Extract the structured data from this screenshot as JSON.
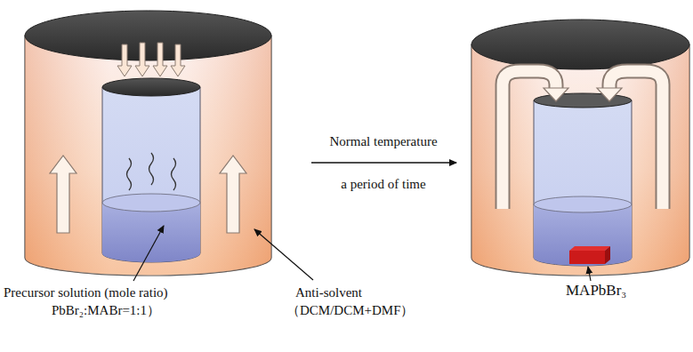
{
  "diagram": {
    "labels": [
      "Precursor solution (mole ratio)",
      "PbBr₂:MABr=1:1）",
      "Anti-solvent",
      "（DCM/DCM+DMF）",
      "Normal temperature",
      "a period of time",
      "MAPbBr₃"
    ]
  }
}
